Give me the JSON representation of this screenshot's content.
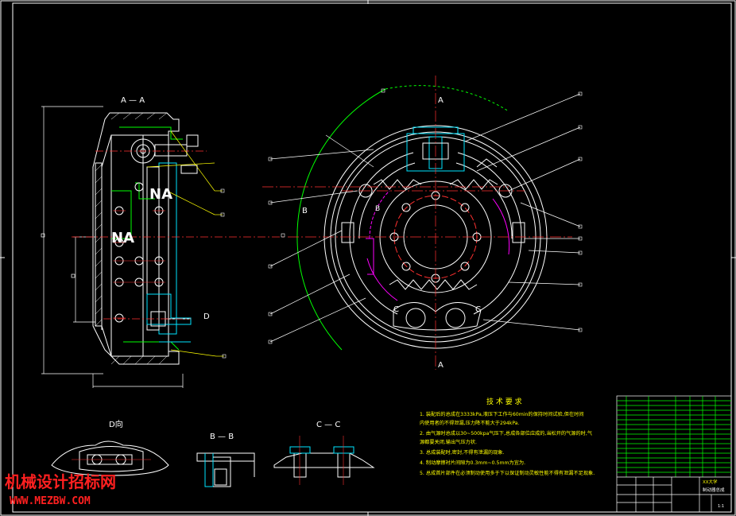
{
  "labels": {
    "section_aa": "A — A",
    "section_d": "D向",
    "section_bb": "B — B",
    "section_cc": "C — C",
    "mark_a_top": "A",
    "mark_a_bottom": "A",
    "mark_b_left": "B",
    "mark_b_small": "B",
    "mark_c_left": "C",
    "mark_c_right": "C",
    "mark_d": "D",
    "mark_na_1": "NA",
    "mark_na_2": "NA"
  },
  "tech_req": {
    "title": "技 术 要 求",
    "lines": [
      "1. 装配后的总成在3333kPa,液压下工作与60min的保持时间试验,但在时间",
      "   内使用者的不得泄漏,压力降不能大于294kPa.",
      "2. 由气源时总成以30~500kpa气压下,总成各部位应成的,当松开的气源的时,气",
      "   源都要关闭,输出气压力状.",
      "3. 总成装配时,密封,不得有泄漏的现象.",
      "4. 制动摩擦衬片间隙为0.3mm~0.5mm为宜为.",
      "5. 总成首片部件在必须制动使用多于下以保证制动灵敏性能不得有泄漏不足现象."
    ]
  },
  "title_block": {
    "drawing_name": "制动器总成",
    "school": "XX大学",
    "scale": "1:1"
  },
  "watermark": {
    "name": "机械设计招标网",
    "url": "WWW.MEZBW.COM"
  },
  "colors": {
    "line": "#ffffff",
    "center": "#ff3030",
    "section": "#00e5ff",
    "outline": "#00ff00",
    "leader": "#ffff00",
    "accent": "#ff00ff"
  }
}
